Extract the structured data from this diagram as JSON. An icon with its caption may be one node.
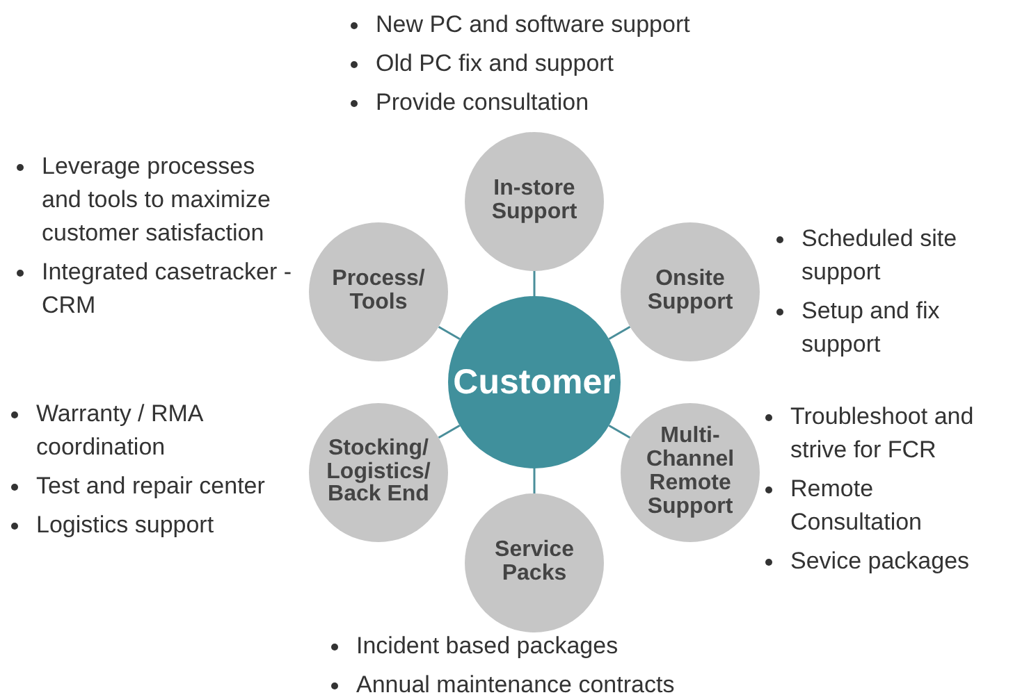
{
  "diagram": {
    "nodes": [
      {
        "text": [
          "Customer"
        ]
      },
      {
        "text": [
          "In-store Support"
        ],
        "beside": [
          "New PC and software support",
          "Old PC fix and support",
          "Provide consultation"
        ]
      },
      {
        "text": [
          "Onsite Support"
        ],
        "beside": [
          "Scheduled site support",
          "Setup and fix support"
        ]
      },
      {
        "text": [
          "Multi-Channel Remote Support"
        ],
        "beside": [
          "Troubleshoot and strive for FCR",
          "Remote Consultation",
          "Sevice packages"
        ]
      },
      {
        "text": [
          "Service Packs"
        ],
        "beside": [
          "Incident based packages",
          "Annual maintenance contracts"
        ]
      },
      {
        "text": [
          "Stocking/ Logistics/ Back End"
        ],
        "beside": [
          "Warranty / RMA coordination",
          "Test and repair center",
          "Logistics support"
        ]
      },
      {
        "text": [
          "Process/ Tools"
        ],
        "beside": [
          "Leverage processes and tools to maximize customer satisfaction",
          "Integrated casetracker - CRM"
        ]
      }
    ],
    "edges": [
      {
        "from": 0,
        "to": 1,
        "arrow": "none"
      },
      {
        "from": 0,
        "to": 2,
        "arrow": "none"
      },
      {
        "from": 0,
        "to": 3,
        "arrow": "none"
      },
      {
        "from": 0,
        "to": 4,
        "arrow": "none"
      },
      {
        "from": 0,
        "to": 5,
        "arrow": "none"
      },
      {
        "from": 0,
        "to": 6,
        "arrow": "none"
      }
    ]
  }
}
